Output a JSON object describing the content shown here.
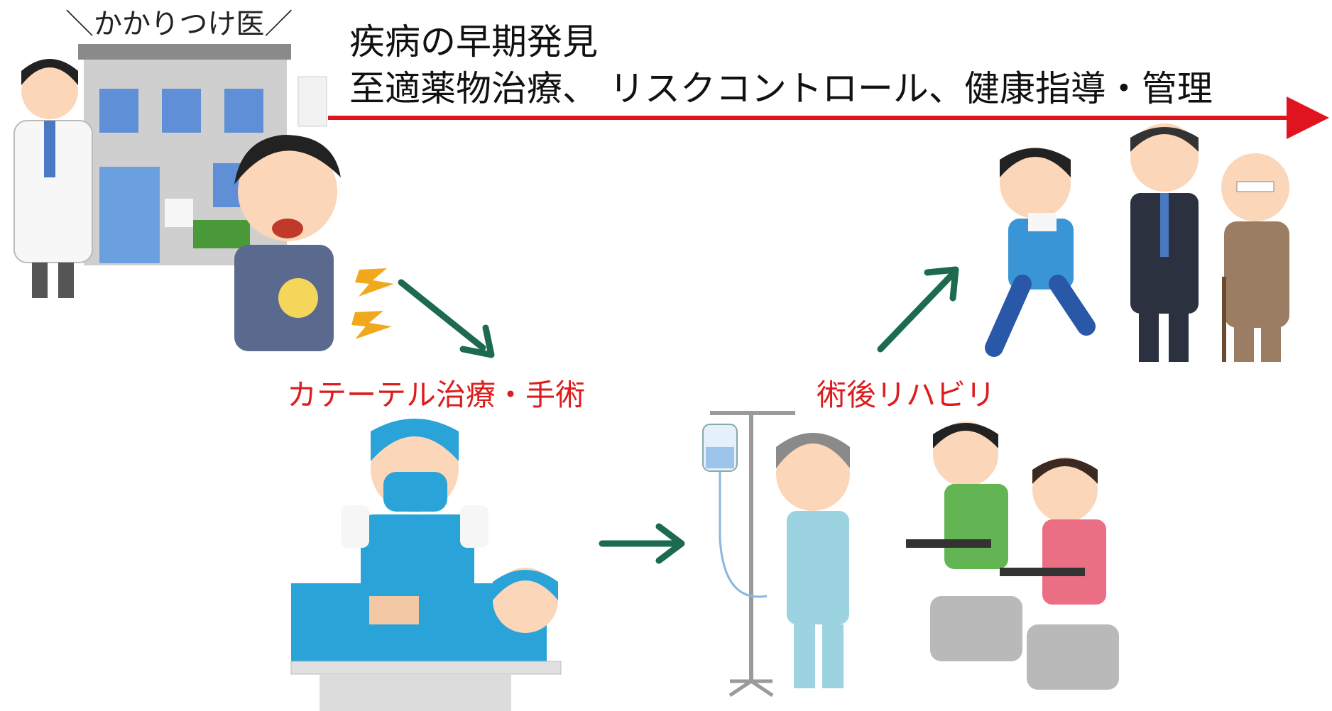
{
  "labels": {
    "clinic": "＼かかりつけ医／",
    "main_line1": "疾病の早期発見",
    "main_line2": "至適薬物治療、 リスクコントロール、健康指導・管理",
    "catheter_surgery": "カテーテル治療・手術",
    "post_op_rehab": "術後リハビリ"
  },
  "colors": {
    "red_arrow": "#e0141e",
    "green_arrow": "#1d6b4e",
    "label_red": "#dd1d1d"
  },
  "icons": {
    "doctor": "doctor-figure",
    "clinic": "clinic-building",
    "patient": "chest-pain-patient",
    "surgeon": "surgeon-figure",
    "iv_patient": "iv-stand-patient",
    "bikes": "exercise-bikes",
    "runner": "jogging-man",
    "businessman": "businessman",
    "elder": "elderly-man-cane"
  }
}
